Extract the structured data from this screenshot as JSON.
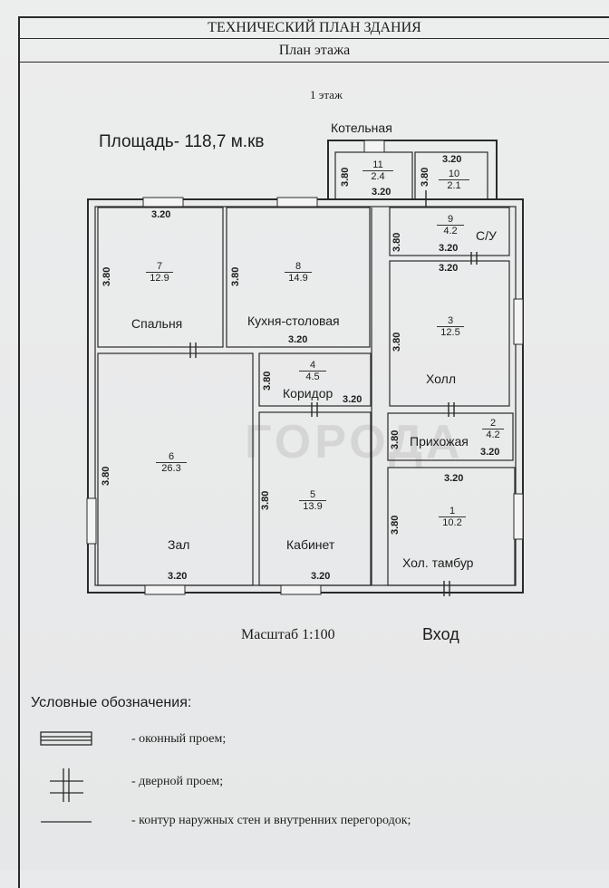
{
  "header": {
    "title": "ТЕХНИЧЕСКИЙ ПЛАН ЗДАНИЯ",
    "subtitle": "План этажа"
  },
  "floor_label": "1 этаж",
  "area_label": "Площадь- 118,7 м.кв",
  "boiler_room_label": "Котельная",
  "rooms": [
    {
      "id": "1",
      "area": "10.2",
      "name": "Хол. тамбур"
    },
    {
      "id": "2",
      "area": "4.2",
      "name": "Прихожая"
    },
    {
      "id": "3",
      "area": "12.5",
      "name": "Холл"
    },
    {
      "id": "4",
      "area": "4.5",
      "name": "Коридор"
    },
    {
      "id": "5",
      "area": "13.9",
      "name": "Кабинет"
    },
    {
      "id": "6",
      "area": "26.3",
      "name": "Зал"
    },
    {
      "id": "7",
      "area": "12.9",
      "name": "Спальня"
    },
    {
      "id": "8",
      "area": "14.9",
      "name": "Кухня-столовая"
    },
    {
      "id": "9",
      "area": "4.2",
      "name": "С/У"
    },
    {
      "id": "10",
      "area": "2.1",
      "name": ""
    },
    {
      "id": "11",
      "area": "2.4",
      "name": ""
    }
  ],
  "dimension": {
    "width": "3.20",
    "height": "3.80"
  },
  "scale_label": "Масштаб 1:100",
  "entrance_label": "Вход",
  "watermark": "ГОРОДА",
  "legend": {
    "title": "Условные обозначения:",
    "items": [
      {
        "symbol": "window-icon",
        "text": "- оконный проем;"
      },
      {
        "symbol": "door-icon",
        "text": "- дверной проем;"
      },
      {
        "symbol": "wall-line-icon",
        "text": "- контур наружных стен и внутренних перегородок;"
      }
    ]
  }
}
